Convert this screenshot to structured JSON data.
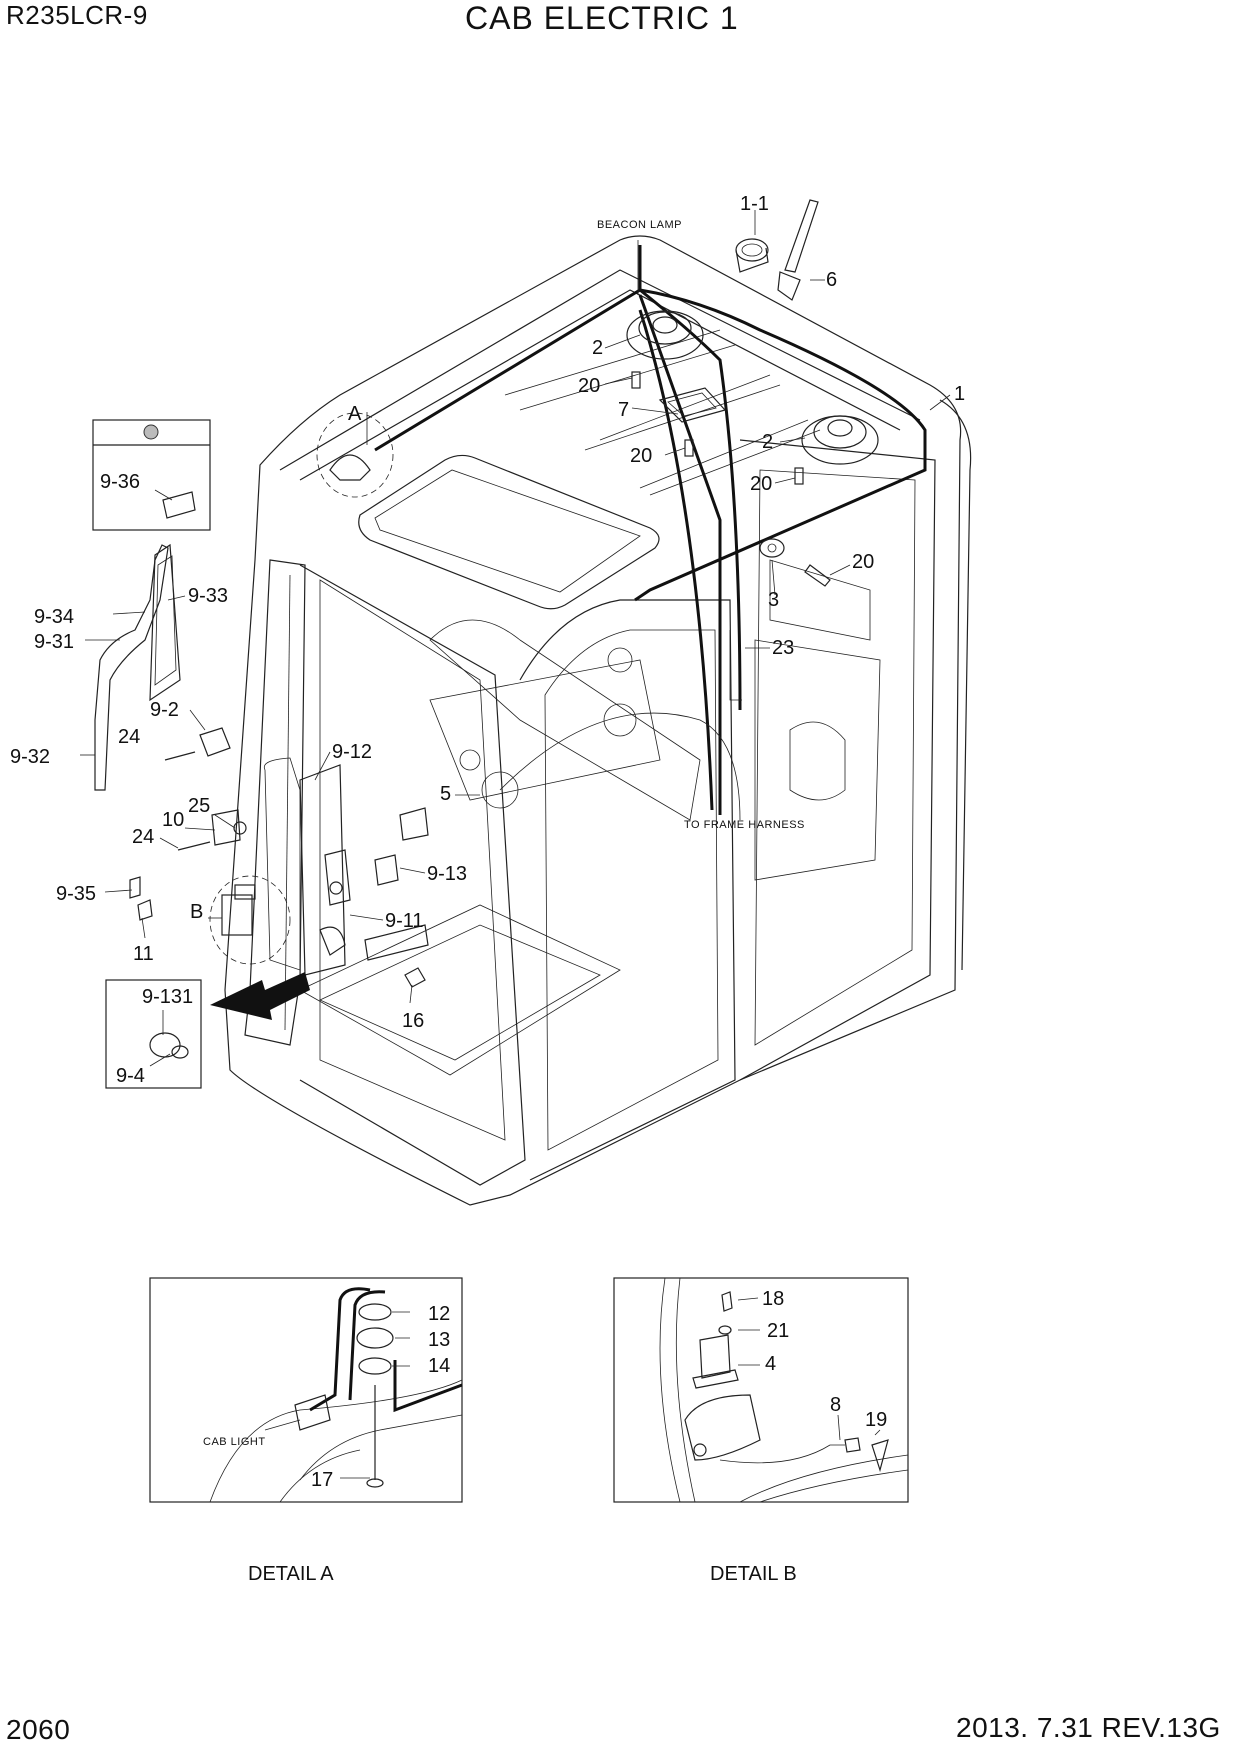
{
  "header": {
    "model": "R235LCR-9",
    "title": "CAB ELECTRIC 1"
  },
  "footer": {
    "page": "2060",
    "revision": "2013. 7.31  REV.13G"
  },
  "notes": {
    "beacon_lamp": "BEACON LAMP",
    "frame_harness": "TO FRAME HARNESS",
    "cab_light": "CAB LIGHT"
  },
  "callouts": {
    "A": "A",
    "B": "B",
    "c1_1": "1-1",
    "c6": "6",
    "c2a": "2",
    "c20a": "20",
    "c7": "7",
    "c1": "1",
    "c2b": "2",
    "c20b": "20",
    "c20c": "20",
    "c20d": "20",
    "c3": "3",
    "c23": "23",
    "c9_36": "9-36",
    "c9_33": "9-33",
    "c9_34": "9-34",
    "c9_31": "9-31",
    "c9_2": "9-2",
    "c24a": "24",
    "c9_32": "9-32",
    "c9_12": "9-12",
    "c5": "5",
    "c25": "25",
    "c10": "10",
    "c24b": "24",
    "c9_13": "9-13",
    "c9_35": "9-35",
    "c9_11": "9-11",
    "c11": "11",
    "c16": "16",
    "c9_131": "9-131",
    "c9_4": "9-4",
    "dA12": "12",
    "dA13": "13",
    "dA14": "14",
    "dA17": "17",
    "dB18": "18",
    "dB21": "21",
    "dB4": "4",
    "dB8": "8",
    "dB19": "19"
  },
  "details": {
    "detail_a": "DETAIL A",
    "detail_b": "DETAIL B"
  }
}
